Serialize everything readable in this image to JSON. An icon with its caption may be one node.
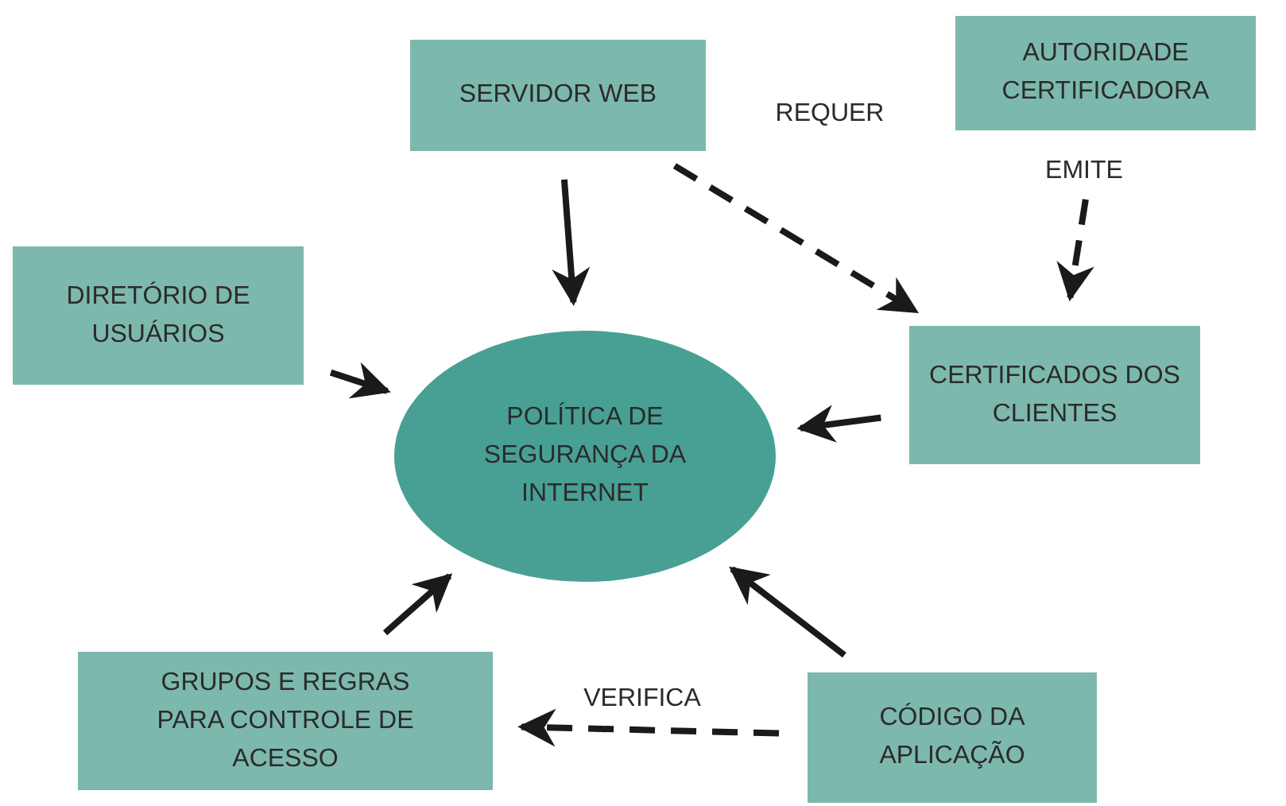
{
  "diagram": {
    "nodes": [
      {
        "text": [
          "SERVIDOR WEB"
        ]
      },
      {
        "text": [
          "AUTORIDADE CERTIFICADORA"
        ]
      },
      {
        "text": [
          "DIRETÓRIO DE USUÁRIOS"
        ]
      },
      {
        "text": [
          "POLÍTICA DE SEGURANÇA DA INTERNET"
        ]
      },
      {
        "text": [
          "CERTIFICADOS DOS CLIENTES"
        ]
      },
      {
        "text": [
          "GRUPOS E REGRAS PARA CONTROLE DE ACESSO"
        ]
      },
      {
        "text": [
          "CÓDIGO DA APLICAÇÃO"
        ]
      }
    ],
    "edges": [
      {
        "from": 0,
        "to": 3,
        "arrow": "to"
      },
      {
        "from": 0,
        "to": 4,
        "arrow": "to",
        "label": "REQUER",
        "style": "dashed"
      },
      {
        "from": 1,
        "to": 4,
        "arrow": "to",
        "label": "EMITE",
        "style": "dashed"
      },
      {
        "from": 2,
        "to": 3,
        "arrow": "to"
      },
      {
        "from": 4,
        "to": 3,
        "arrow": "to"
      },
      {
        "from": 5,
        "to": 3,
        "arrow": "to"
      },
      {
        "from": 6,
        "to": 3,
        "arrow": "to"
      },
      {
        "from": 6,
        "to": 5,
        "arrow": "to",
        "label": "VERIFICA",
        "style": "dashed"
      }
    ]
  }
}
